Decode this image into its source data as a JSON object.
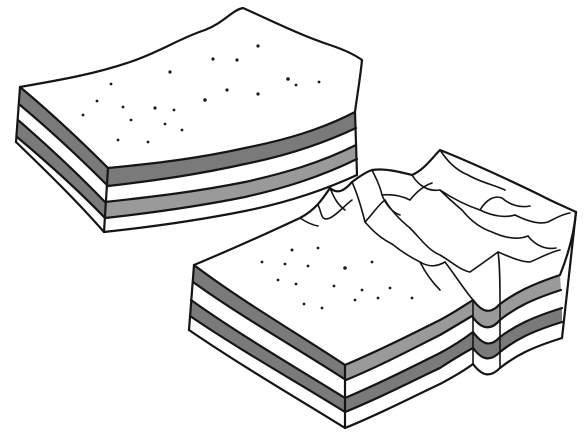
{
  "figure": {
    "blocks": [
      {
        "name": "flat-layered-block",
        "state": "undeformed"
      },
      {
        "name": "eroded-layered-block",
        "state": "dissected-terrain"
      }
    ],
    "colors": {
      "ink": "#151515",
      "dark_layer": "#7a7a7a",
      "gray_layer": "#9a9a9a",
      "light_layer": "#ffffff",
      "background": "#ffffff"
    }
  }
}
